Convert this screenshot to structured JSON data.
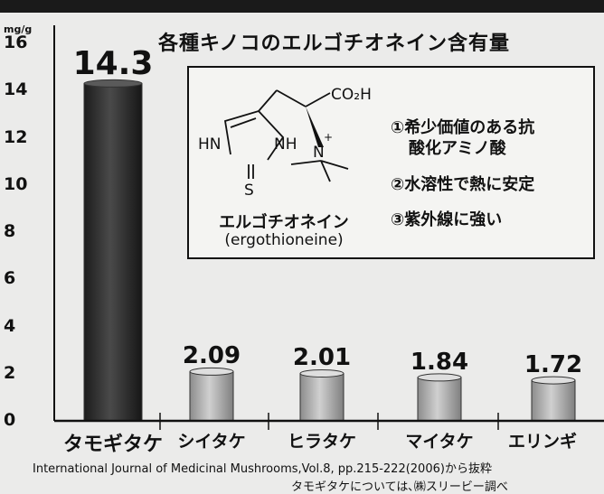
{
  "chart_data": {
    "type": "bar",
    "title": "各種キノコのエルゴチオネイン含有量",
    "ylabel": "mg/g",
    "ylim": [
      0,
      16
    ],
    "yticks": [
      "0",
      "2",
      "4",
      "6",
      "8",
      "10",
      "12",
      "14",
      "16"
    ],
    "categories": [
      "タモギタケ",
      "シイタケ",
      "ヒラタケ",
      "マイタケ",
      "エリンギ"
    ],
    "values": [
      14.3,
      2.09,
      2.01,
      1.84,
      1.72
    ],
    "value_labels": [
      "14.3",
      "2.09",
      "2.01",
      "1.84",
      "1.72"
    ],
    "colors": {
      "highlight": "#2b2b2b",
      "normal": "#a9a9a9"
    }
  },
  "infobox": {
    "molecule_name": "エルゴチオネイン",
    "molecule_name_en": "(ergothioneine)",
    "formula_labels": {
      "carboxyl": "CO₂H",
      "ring_n1": "HN",
      "ring_n2": "NH",
      "amine": "N",
      "sulfur": "S",
      "charge": "+"
    },
    "properties": [
      {
        "line1": "①希少価値のある抗",
        "line2": "酸化アミノ酸"
      },
      {
        "line1": "②水溶性で熱に安定",
        "line2": ""
      },
      {
        "line1": "③紫外線に強い",
        "line2": ""
      }
    ]
  },
  "source": {
    "line1": "International Journal of Medicinal Mushrooms,Vol.8, pp.215-222(2006)から抜粋",
    "line2": "タモギタケについては､㈱スリービー調べ"
  }
}
